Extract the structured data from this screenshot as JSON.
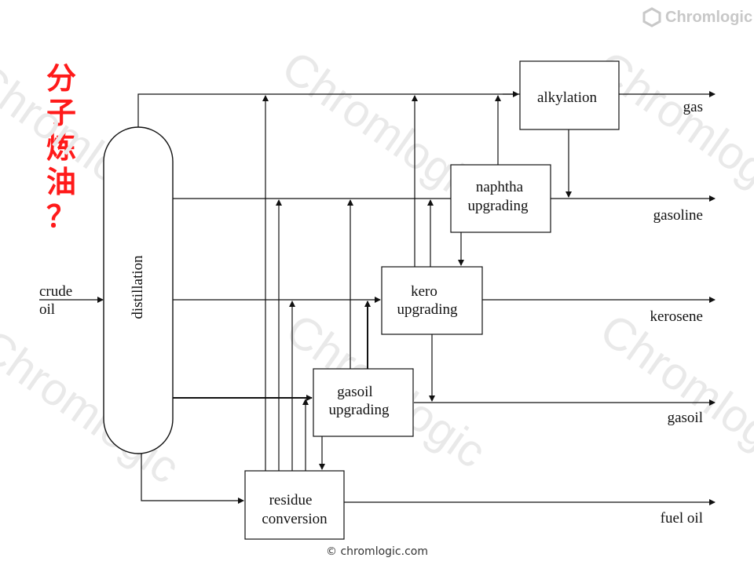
{
  "brand": {
    "logo_text": "Chromlogic",
    "watermark_text": "Chromlogic"
  },
  "side_title": {
    "line1": "分",
    "line2": "子",
    "line3": "炼",
    "line4": "油",
    "line5": "？"
  },
  "diagram": {
    "distillation_label": "distillation",
    "input_label_line1": "crude",
    "input_label_line2": "oil",
    "units": {
      "alkylation": "alkylation",
      "naphtha_line1": "naphtha",
      "naphtha_line2": "upgrading",
      "kero_line1": "kero",
      "kero_line2": "upgrading",
      "gasoil_line1": "gasoil",
      "gasoil_line2": "upgrading",
      "residue_line1": "residue",
      "residue_line2": "conversion"
    },
    "products": {
      "gas": "gas",
      "gasoline": "gasoline",
      "kerosene": "kerosene",
      "gasoil": "gasoil",
      "fuel_oil": "fuel oil"
    }
  },
  "footer": {
    "copyright": "© chromlogic.com"
  }
}
